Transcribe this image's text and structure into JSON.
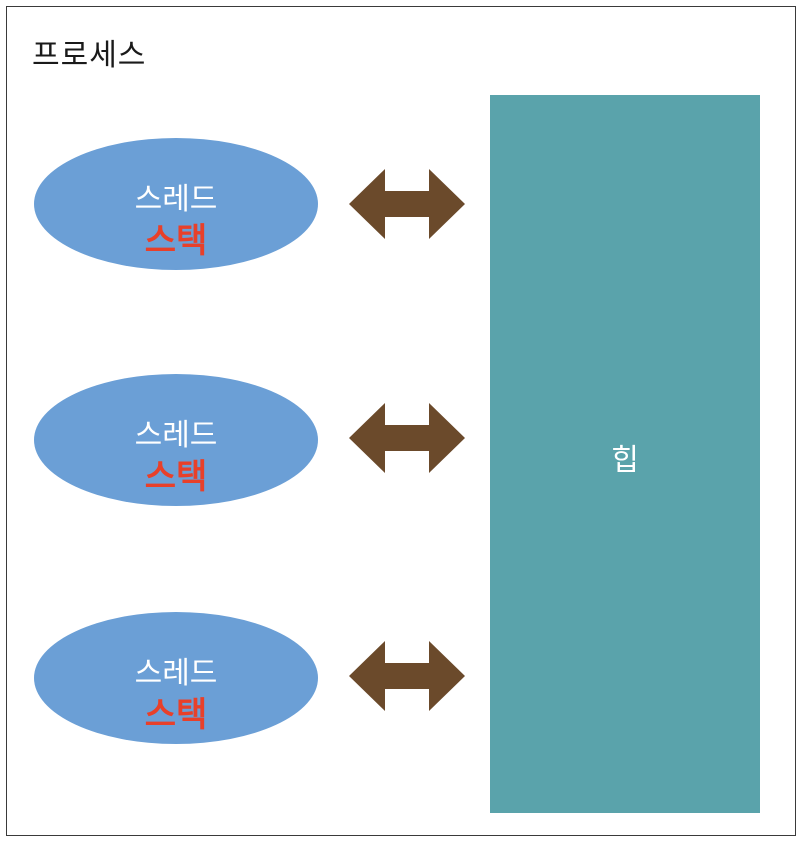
{
  "process": {
    "title": "프로세스"
  },
  "threads": [
    {
      "label": "스레드",
      "stack": "스택"
    },
    {
      "label": "스레드",
      "stack": "스택"
    },
    {
      "label": "스레드",
      "stack": "스택"
    }
  ],
  "heap": {
    "label": "힙"
  },
  "colors": {
    "thread_fill": "#6b9fd6",
    "stack_text": "#e8402a",
    "arrow_fill": "#6b4a2b",
    "heap_fill": "#5aa3ab",
    "border": "#3a3a3a"
  },
  "icons": {
    "arrow": "double-arrow-icon"
  }
}
